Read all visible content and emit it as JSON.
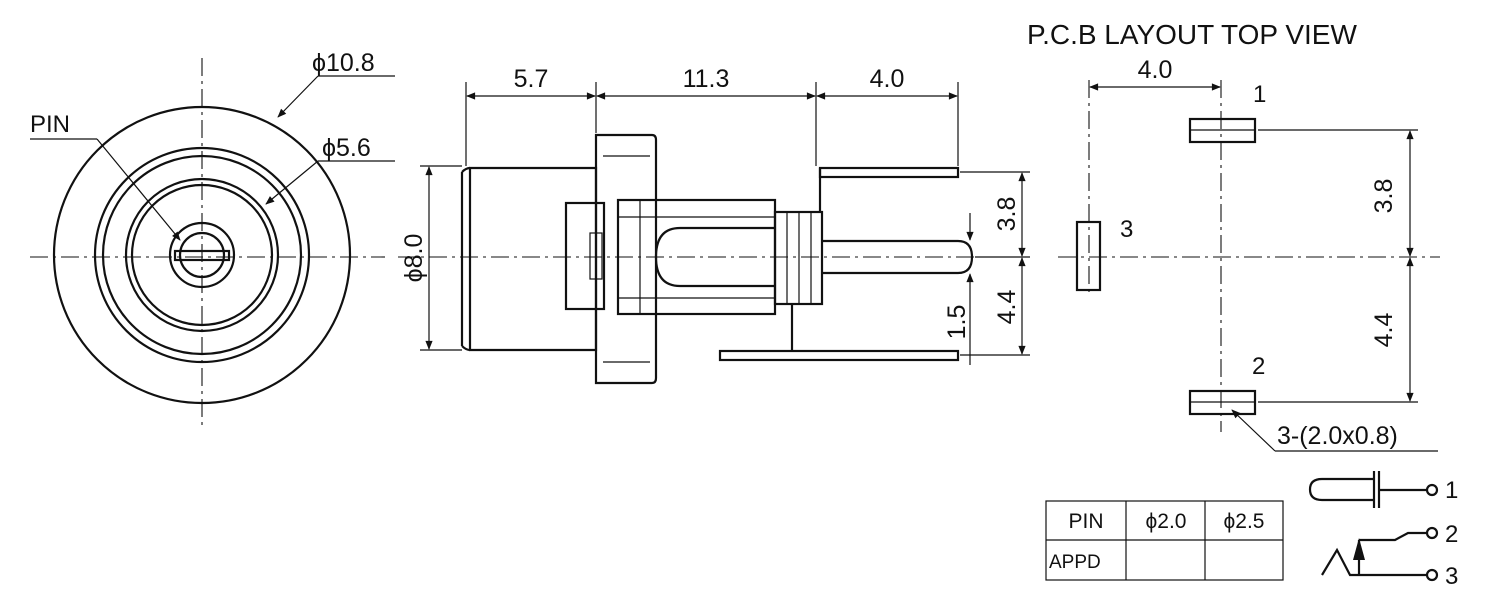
{
  "front_view": {
    "pin_label": "PIN",
    "outer_diameter": "ϕ10.8",
    "inner_diameter": "ϕ5.6"
  },
  "side_view": {
    "dim_top_1": "5.7",
    "dim_top_2": "11.3",
    "dim_top_3": "4.0",
    "body_diameter": "ϕ8.0",
    "dim_right_upper": "3.8",
    "dim_right_lower": "4.4",
    "dim_right_small": "1.5"
  },
  "pcb_layout": {
    "title": "P.C.B LAYOUT  TOP VIEW",
    "dim_horizontal": "4.0",
    "dim_vertical_upper": "3.8",
    "dim_vertical_lower": "4.4",
    "pad_1_label": "1",
    "pad_2_label": "2",
    "pad_3_label": "3",
    "pad_note": "3-(2.0x0.8)"
  },
  "pin_table": {
    "headers": [
      "PIN",
      "ϕ2.0",
      "ϕ2.5"
    ],
    "row_label": "APPD",
    "row_values": [
      "",
      ""
    ]
  },
  "schematic": {
    "terminal_1": "1",
    "terminal_2": "2",
    "terminal_3": "3"
  }
}
